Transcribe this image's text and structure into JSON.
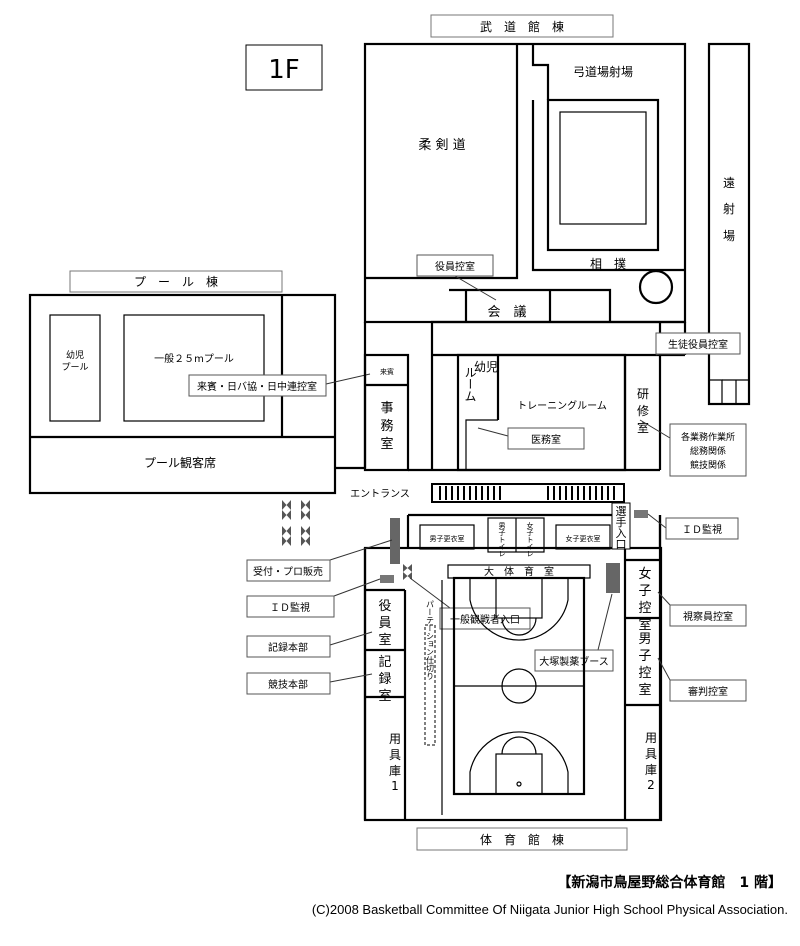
{
  "floor_label": "1F",
  "headers": {
    "budokan": "武　道　館　棟",
    "pool": "プ　ー　ル　棟",
    "gym": "体　育　館　棟"
  },
  "rooms": {
    "kyudo": "弓道場射場",
    "juken": "柔 剣 道",
    "enkyori": [
      "遠",
      "射",
      "場"
    ],
    "sumo": "相　撲",
    "yakuin_hikae": "役員控室",
    "kaigi": "会　議",
    "seito_yakuin": "生徒役員控室",
    "yoji_pool_1": "幼児",
    "yoji_pool_2": "プール",
    "pool25": "一般２５mプール",
    "raihin": "来賓",
    "raihin_note": "来賓・日バ協・日中連控室",
    "jimu": [
      "事",
      "務",
      "室"
    ],
    "pool_seats": "プール観客席",
    "yoji_room_1": "幼児",
    "yoji_room_2": "ルーム",
    "training": "トレーニングルーム",
    "kenshu": [
      "研",
      "修",
      "室"
    ],
    "iryo": "医務室",
    "gyomu": [
      "各業務作業所",
      "総務関係",
      "競技関係"
    ],
    "entrance": "エントランス",
    "senshu": [
      "選",
      "手",
      "入",
      "口"
    ],
    "id1": "ＩＤ監視",
    "danshi_kouishitsu": "男子更衣室",
    "male_toilet": [
      "男",
      "子",
      "ト",
      "イ",
      "レ"
    ],
    "female_toilet": [
      "女",
      "子",
      "ト",
      "イ",
      "レ"
    ],
    "joshi_kouishitsu": "女子更衣室",
    "uketsuke": "受付・プロ販売",
    "id2": "ＩＤ監視",
    "ippan": "一般観戦者入口",
    "daitaiikushitsu": "大　体　育　室",
    "joshi_hikae": [
      "女",
      "子",
      "控",
      "室"
    ],
    "shisatsu": "視察員控室",
    "otsuka": "大塚製薬ブース",
    "yakuin_room": [
      "役",
      "員",
      "室"
    ],
    "kiroku_honbu": "記録本部",
    "kiroku_room": [
      "記",
      "録",
      "室"
    ],
    "kyogi_honbu": "競技本部",
    "danshi_hikae": [
      "男",
      "子",
      "控",
      "室"
    ],
    "shinpan": "審判控室",
    "partition": "パーテーション仕切り",
    "yogu1": [
      "用",
      "具",
      "庫",
      "1"
    ],
    "yogu2": [
      "用",
      "具",
      "庫",
      "2"
    ]
  },
  "footer": {
    "title": "【新潟市鳥屋野総合体育館　1 階】",
    "copyright": "(C)2008 Basketball Committee Of Niigata Junior High School Physical Association."
  }
}
